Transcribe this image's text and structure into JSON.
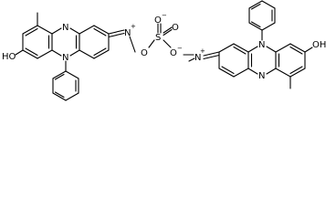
{
  "molecule": {
    "left_cation": {
      "hydroxyl": "HO",
      "ring_nitrogen_top": "N",
      "ring_nitrogen_bottom": "N",
      "iminium_nitrogen": "N",
      "iminium_charge": "+"
    },
    "sulfate": {
      "sulfur": "S",
      "oxygen_top": "O",
      "oxygen_upper_right": "O",
      "oxygen_left": "O",
      "oxygen_lower_right": "O",
      "charge_top": "−",
      "charge_lower_right": "−"
    },
    "right_cation": {
      "ring_nitrogen_top": "N",
      "ring_nitrogen_bottom": "N",
      "iminium_nitrogen": "N",
      "iminium_charge": "+",
      "hydroxyl": "OH"
    }
  }
}
